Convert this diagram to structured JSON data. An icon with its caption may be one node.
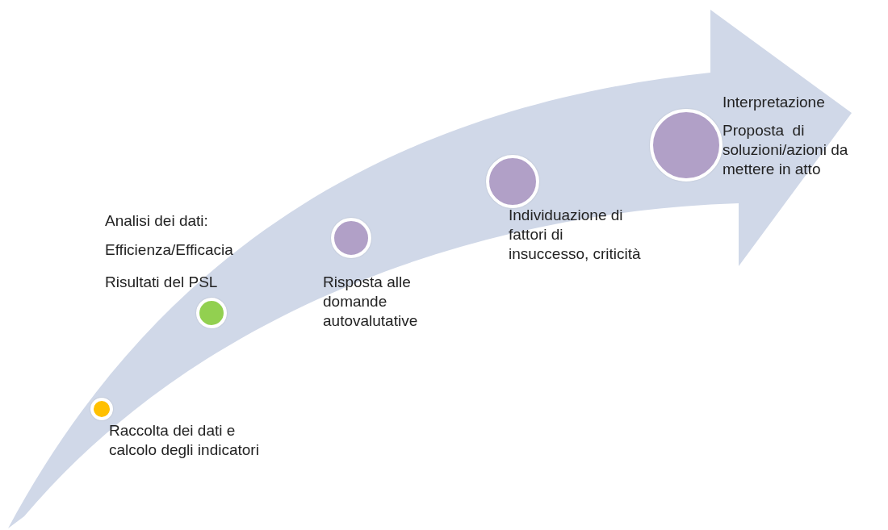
{
  "diagram": {
    "nodes": [
      {
        "text": [],
        "shape": "circle",
        "beside": [
          "Raccolta dei dati e calcolo degli indicatori"
        ]
      },
      {
        "text": [],
        "shape": "circle",
        "beside": [
          "Analisi dei dati:",
          "Efficienza/Efficacia",
          "Risultati del PSL"
        ]
      },
      {
        "text": [],
        "shape": "circle",
        "beside": [
          "Risposta alle domande autovalutative"
        ]
      },
      {
        "text": [],
        "shape": "circle",
        "beside": [
          "Individuazione di fattori di insuccesso, criticità"
        ]
      },
      {
        "text": [],
        "shape": "circle",
        "beside": [
          "Interpretazione",
          "Proposta  di soluzioni/azioni da mettere in atto"
        ]
      }
    ]
  }
}
